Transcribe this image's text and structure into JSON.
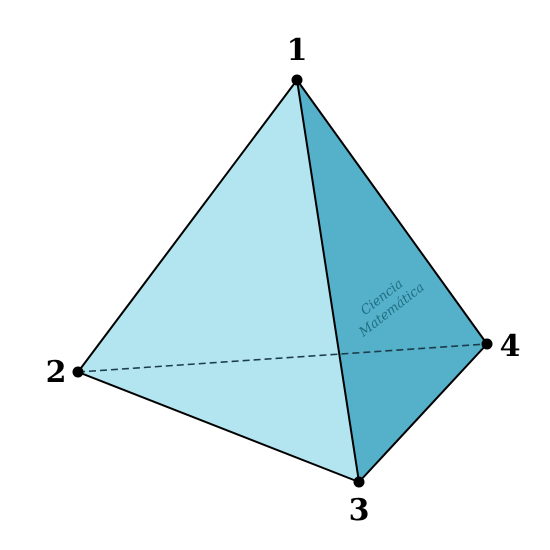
{
  "diagram": {
    "vertices": [
      {
        "id": "v1",
        "label": "1"
      },
      {
        "id": "v2",
        "label": "2"
      },
      {
        "id": "v3",
        "label": "3"
      },
      {
        "id": "v4",
        "label": "4"
      }
    ],
    "watermark": {
      "line1": "Ciencia",
      "line2": "Matemática"
    },
    "colors": {
      "front_face": "#b3e5f1",
      "side_face": "#55b0c9",
      "edge": "#000000",
      "hidden_edge": "#1b3d4a",
      "watermark": "#1f6f82"
    }
  }
}
